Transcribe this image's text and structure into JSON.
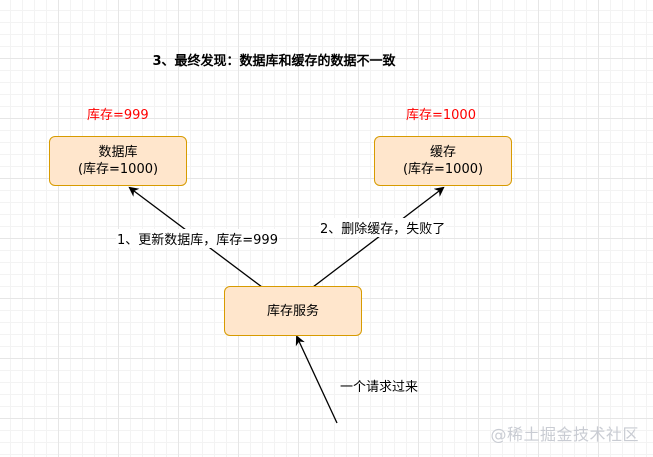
{
  "diagram": {
    "title": "3、最终发现：数据库和缓存的数据不一致",
    "db_node": {
      "stock_label": "库存=999",
      "name": "数据库",
      "value": "(库存=1000)"
    },
    "cache_node": {
      "stock_label": "库存=1000",
      "name": "缓存",
      "value": "(库存=1000)"
    },
    "service_node": {
      "name": "库存服务"
    },
    "edges": {
      "service_to_db": "1、更新数据库，库存=999",
      "service_to_cache": "2、删除缓存，失败了",
      "request_to_service": "一个请求过来"
    },
    "colors": {
      "node_fill": "#ffe6cc",
      "node_border": "#d79b00",
      "stock_label": "#ff0000",
      "arrow": "#000000"
    }
  },
  "watermark": "@稀土掘金技术社区"
}
